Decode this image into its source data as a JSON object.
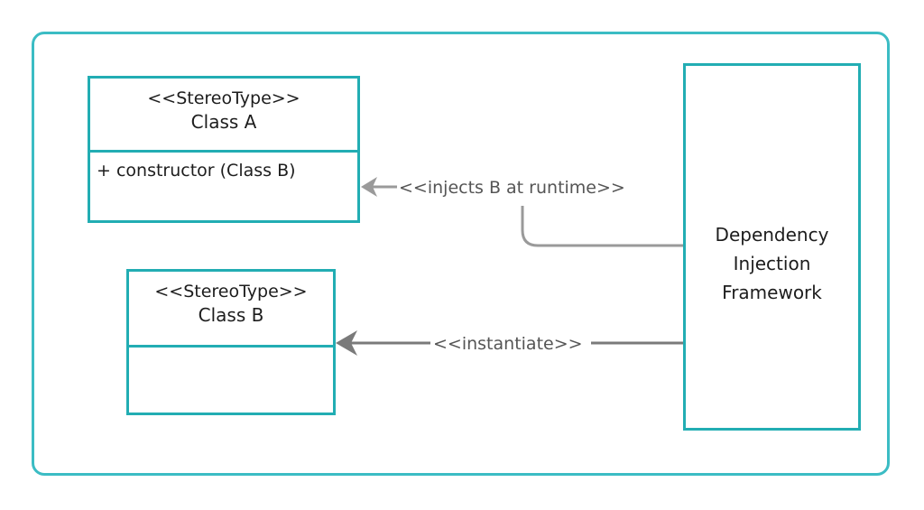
{
  "class_a": {
    "stereotype": "<<StereoType>>",
    "name": "Class A",
    "member": "+ constructor (Class B)"
  },
  "class_b": {
    "stereotype": "<<StereoType>>",
    "name": "Class B",
    "member": ""
  },
  "framework": {
    "label": "Dependency Injection Framework"
  },
  "edges": {
    "inject_label": "<<injects B at runtime>>",
    "instantiate_label": "<<instantiate>>"
  },
  "colors": {
    "border": "#22adb3",
    "frame": "#3bbcc4",
    "inject_edge": "#9a9a9a",
    "instantiate_edge": "#7a7a7a"
  }
}
